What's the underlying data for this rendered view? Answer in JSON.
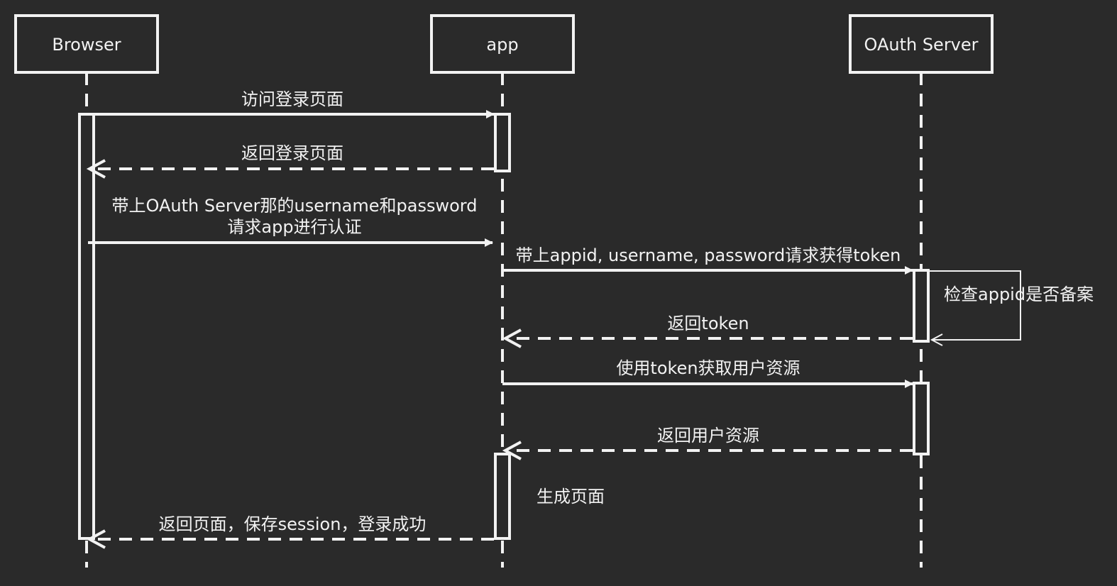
{
  "participants": [
    {
      "id": "browser",
      "label": "Browser"
    },
    {
      "id": "app",
      "label": "app"
    },
    {
      "id": "oauth",
      "label": "OAuth Server"
    }
  ],
  "messages": [
    {
      "id": "m1",
      "from": "Browser",
      "to": "app",
      "style": "solid",
      "label": "访问登录页面"
    },
    {
      "id": "m2",
      "from": "app",
      "to": "Browser",
      "style": "dashed",
      "label": "返回登录页面"
    },
    {
      "id": "m3",
      "from": "Browser",
      "to": "app",
      "style": "solid",
      "label_line1": "带上OAuth Server那的username和password",
      "label_line2": "请求app进行认证"
    },
    {
      "id": "m4",
      "from": "app",
      "to": "OAuth Server",
      "style": "solid",
      "label": "带上appid, username, password请求获得token"
    },
    {
      "id": "m5",
      "from": "OAuth Server",
      "to": "OAuth Server",
      "style": "self",
      "label": "检查appid是否备案"
    },
    {
      "id": "m6",
      "from": "OAuth Server",
      "to": "app",
      "style": "dashed",
      "label": "返回token"
    },
    {
      "id": "m7",
      "from": "app",
      "to": "OAuth Server",
      "style": "solid",
      "label": "使用token获取用户资源"
    },
    {
      "id": "m8",
      "from": "OAuth Server",
      "to": "app",
      "style": "dashed",
      "label": "返回用户资源"
    },
    {
      "id": "m9",
      "from": "app",
      "to": "app",
      "style": "note",
      "label": "生成页面"
    },
    {
      "id": "m10",
      "from": "app",
      "to": "Browser",
      "style": "dashed",
      "label": "返回页面，保存session，登录成功"
    }
  ],
  "colors": {
    "background": "#2a2a2a",
    "stroke": "#f2f2f2",
    "text": "#f2f2f2"
  }
}
